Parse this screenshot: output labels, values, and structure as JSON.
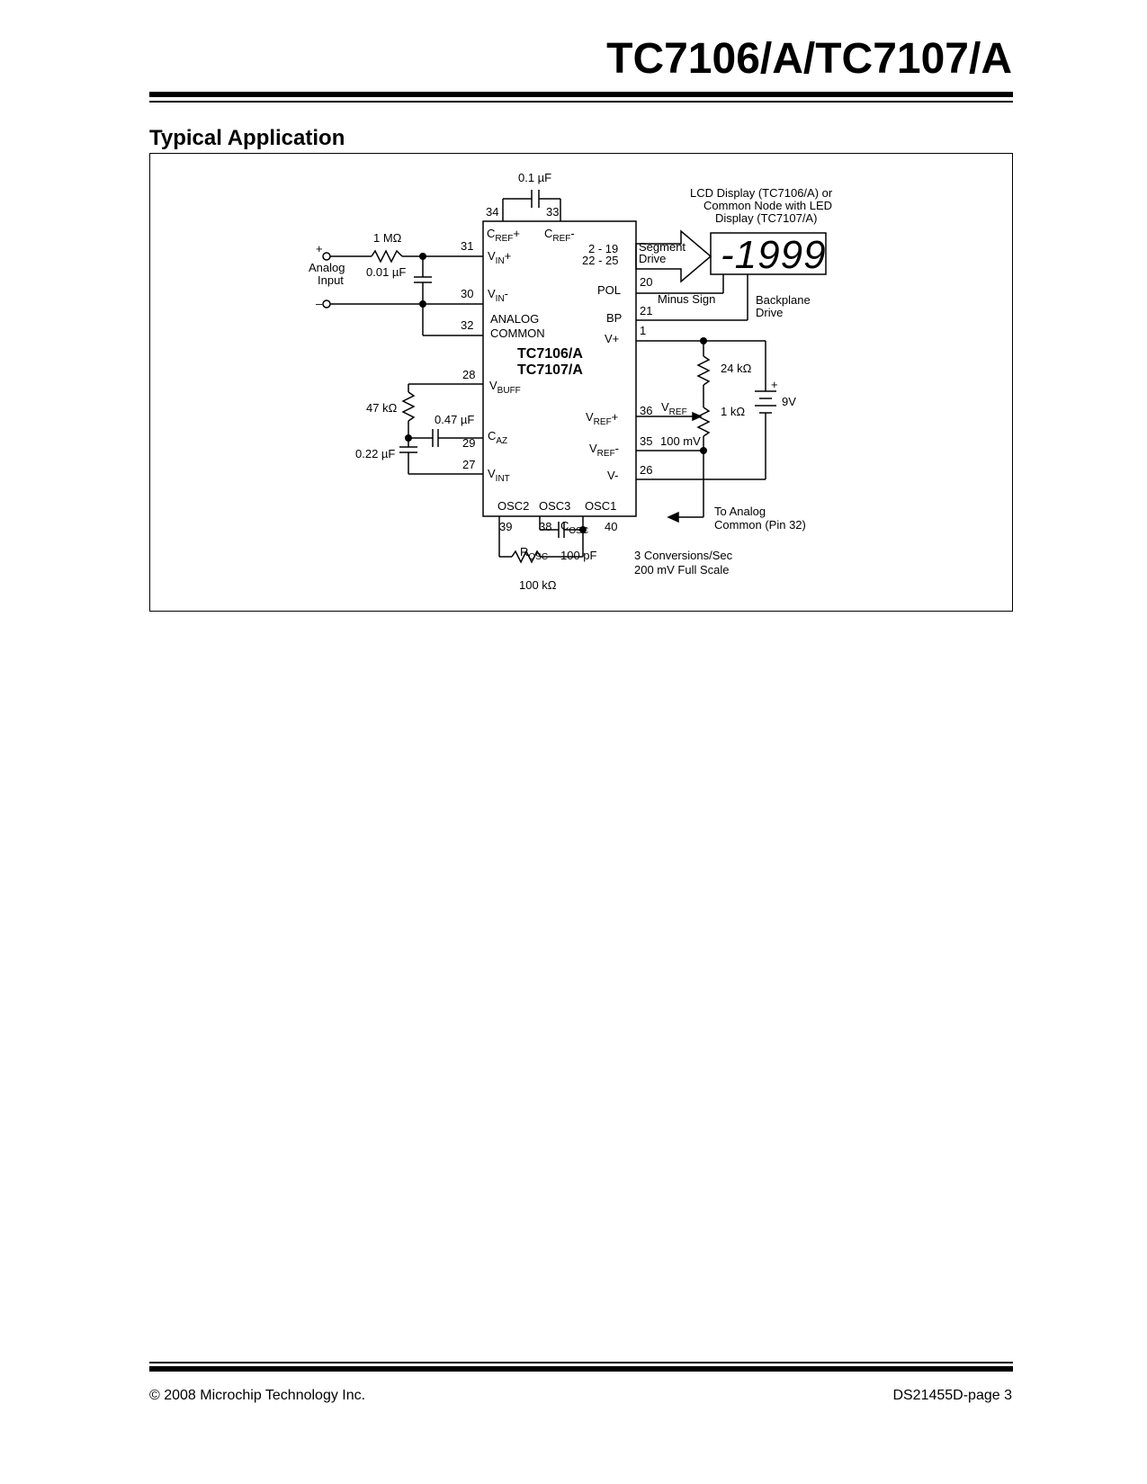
{
  "header": {
    "title": "TC7106/A/TC7107/A"
  },
  "section": {
    "heading": "Typical Application"
  },
  "figure": {
    "cap_top": "0.1 µF",
    "pin34": "34",
    "pin33": "33",
    "cref_plus": "C",
    "cref_plus_sub": "REF",
    "cref_plus_sign": "+",
    "cref_minus": "C",
    "cref_minus_sub": "REF",
    "cref_minus_sign": "-",
    "res_1m": "1 MΩ",
    "plus_sign": "+",
    "minus_sign": "–",
    "analog_label": "Analog",
    "input_label": "Input",
    "cap_001": "0.01 µF",
    "pin31": "31",
    "pin30": "30",
    "pin32": "32",
    "vin_plus": "V",
    "vin_plus_sub": "IN",
    "vin_plus_sign": "+",
    "vin_minus": "V",
    "vin_minus_sub": "IN",
    "vin_minus_sign": "-",
    "analog_common_1": "ANALOG",
    "analog_common_2": "COMMON",
    "chip_name_1": "TC7106/A",
    "chip_name_2": "TC7107/A",
    "seg_pins_1": "2 - 19",
    "seg_pins_2": "22 - 25",
    "segment_drive_1": "Segment",
    "segment_drive_2": "Drive",
    "lcd_label_1": "LCD Display  (TC7106/A) or",
    "lcd_label_2": "Common Node with LED",
    "lcd_label_3": "Display (TC7107/A)",
    "display_value": "-1999",
    "pol": "POL",
    "pin20": "20",
    "minus_sign_label": "Minus Sign",
    "bp": "BP",
    "pin21": "21",
    "backplane_1": "Backplane",
    "backplane_2": "Drive",
    "vplus": "V+",
    "pin1": "1",
    "res_24k": "24 kΩ",
    "battery_plus": "+",
    "battery_9v": "9V",
    "pin28": "28",
    "vbuff": "V",
    "vbuff_sub": "BUFF",
    "res_47k": "47 kΩ",
    "cap_047": "0.47 µF",
    "caz": "C",
    "caz_sub": "AZ",
    "pin29": "29",
    "cap_022": "0.22 µF",
    "pin27": "27",
    "vint": "V",
    "vint_sub": "INT",
    "vref_plus": "V",
    "vref_plus_sub": "REF",
    "vref_plus_sign": "+",
    "pin36": "36",
    "vref_label": "V",
    "vref_label_sub": "REF",
    "res_1k": "1 kΩ",
    "vref_minus": "V",
    "vref_minus_sub": "REF",
    "vref_minus_sign": "-",
    "pin35": "35",
    "mv100": "100 mV",
    "vminus": "V-",
    "pin26": "26",
    "osc2": "OSC2",
    "osc3": "OSC3",
    "osc1": "OSC1",
    "pin39": "39",
    "pin38": "38",
    "pin40": "40",
    "cosc": "C",
    "cosc_sub": "OSC",
    "rosc": "R",
    "rosc_sub": "OSC",
    "cap_100p": "100 pF",
    "res_100k": "100 kΩ",
    "to_analog_1": "To Analog",
    "to_analog_2": "Common (Pin 32)",
    "conv_1": "3 Conversions/Sec",
    "conv_2": "200 mV Full Scale"
  },
  "footer": {
    "copyright": "© 2008 Microchip Technology Inc.",
    "page": "DS21455D-page 3"
  }
}
